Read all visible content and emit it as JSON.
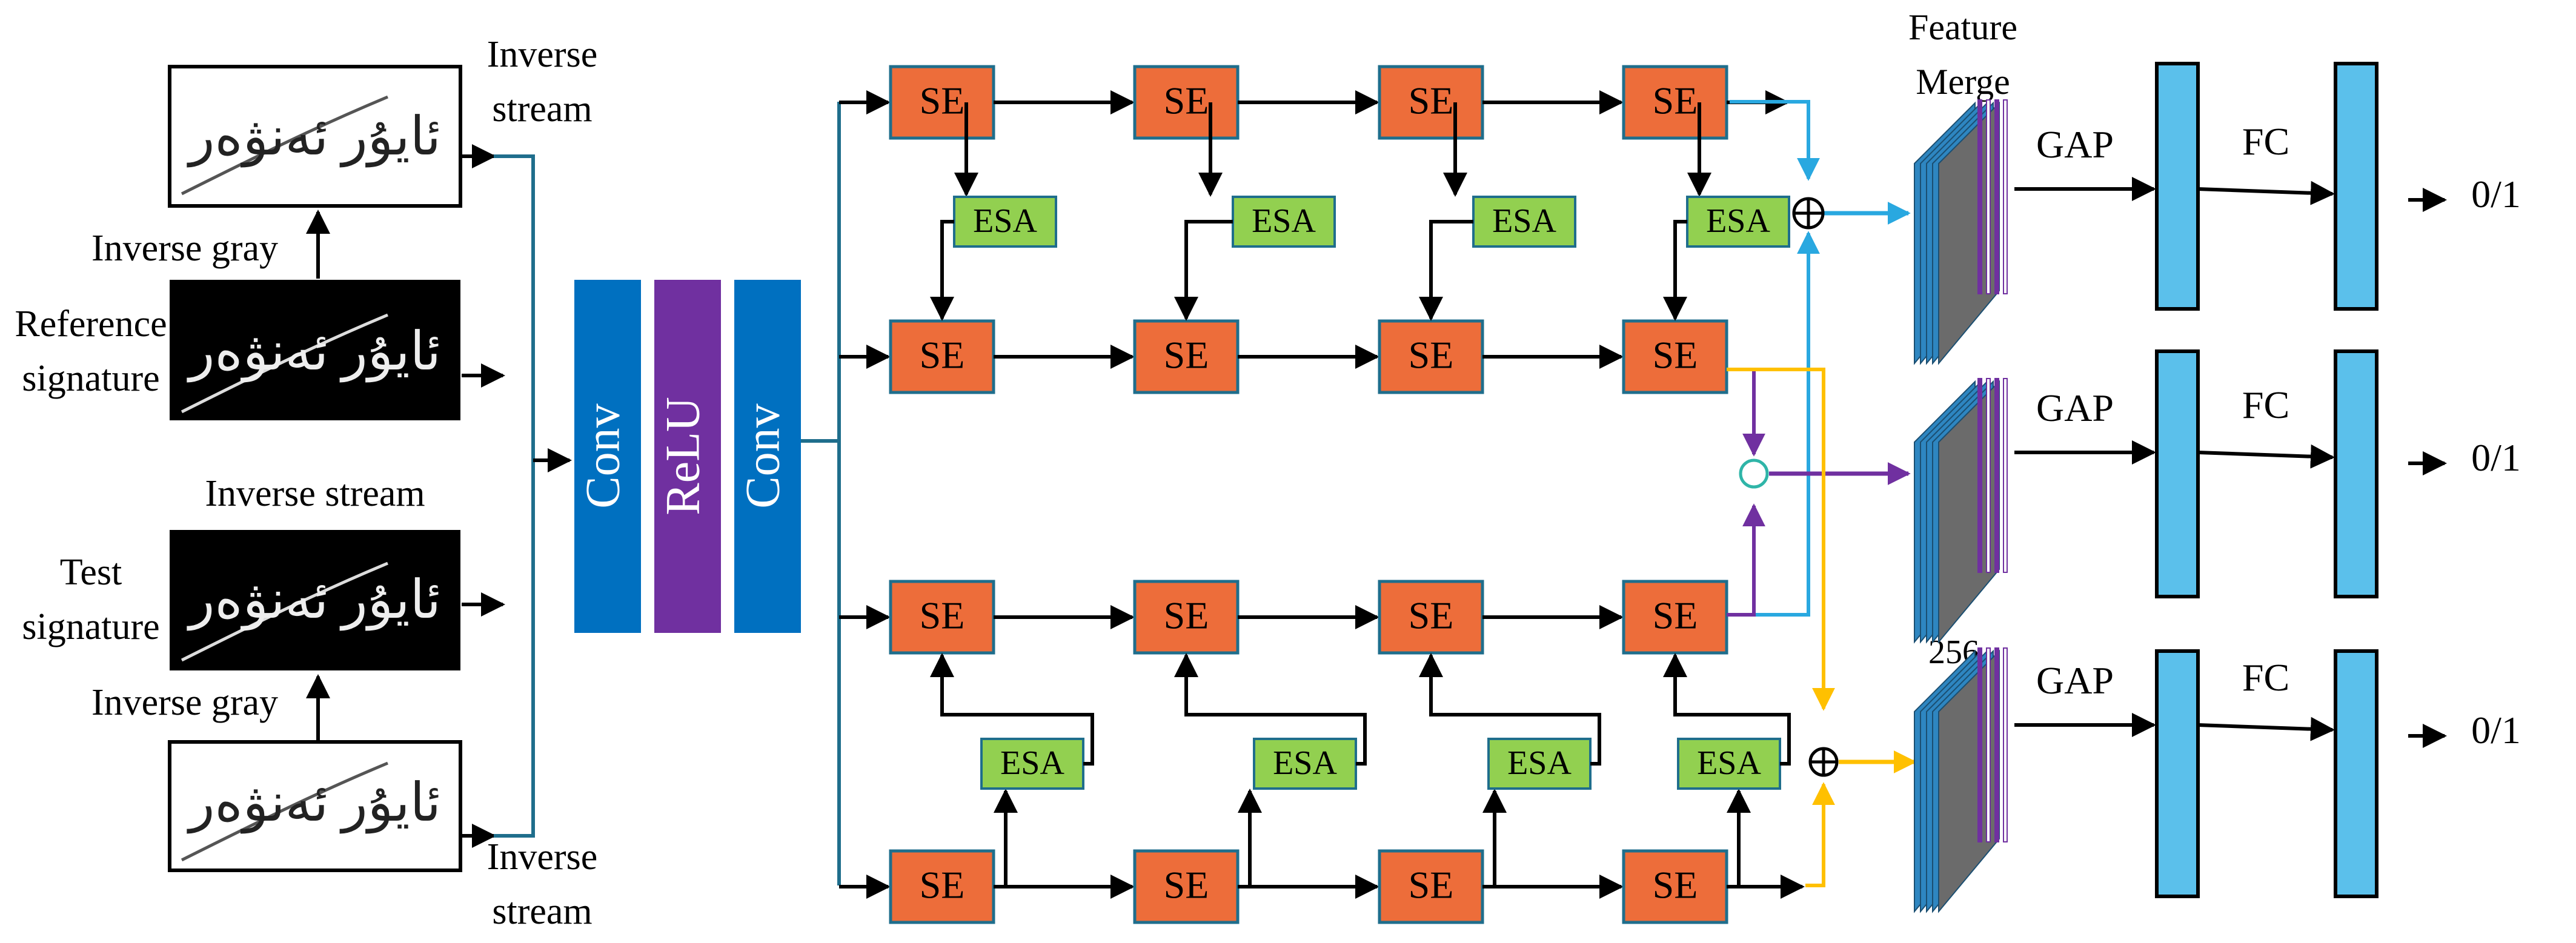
{
  "input": {
    "inverse_stream_top": [
      "Inverse",
      "stream"
    ],
    "inverse_gray_top": "Inverse gray",
    "reference_signature": [
      "Reference",
      "signature"
    ],
    "inverse_stream_mid": "Inverse stream",
    "test_signature": [
      "Test",
      "signature"
    ],
    "inverse_gray_bottom": "Inverse gray",
    "inverse_stream_bottom": [
      "Inverse",
      "stream"
    ],
    "signature_script": "ئايۇر ئەنۋەر"
  },
  "stem": {
    "conv1": "Conv",
    "relu": "ReLU",
    "conv2": "Conv"
  },
  "blocks": {
    "se": "SE",
    "esa": "ESA"
  },
  "merge": {
    "feature_merge": [
      "Feature",
      "Merge"
    ],
    "channels": "256"
  },
  "heads": [
    {
      "gap": "GAP",
      "fc": "FC",
      "output": "0/1"
    },
    {
      "gap": "GAP",
      "fc": "FC",
      "output": "0/1"
    },
    {
      "gap": "GAP",
      "fc": "FC",
      "output": "0/1"
    }
  ],
  "colors": {
    "se_fill": "#ED6D3A",
    "esa_fill": "#92D050",
    "conv_fill": "#0070C0",
    "relu_fill": "#7030A0",
    "fc_fill": "#5BC0EB",
    "line_teal": "#1F6E8C",
    "line_blue": "#29A8E0",
    "line_purple": "#7030A0",
    "line_yellow": "#FFC000"
  }
}
